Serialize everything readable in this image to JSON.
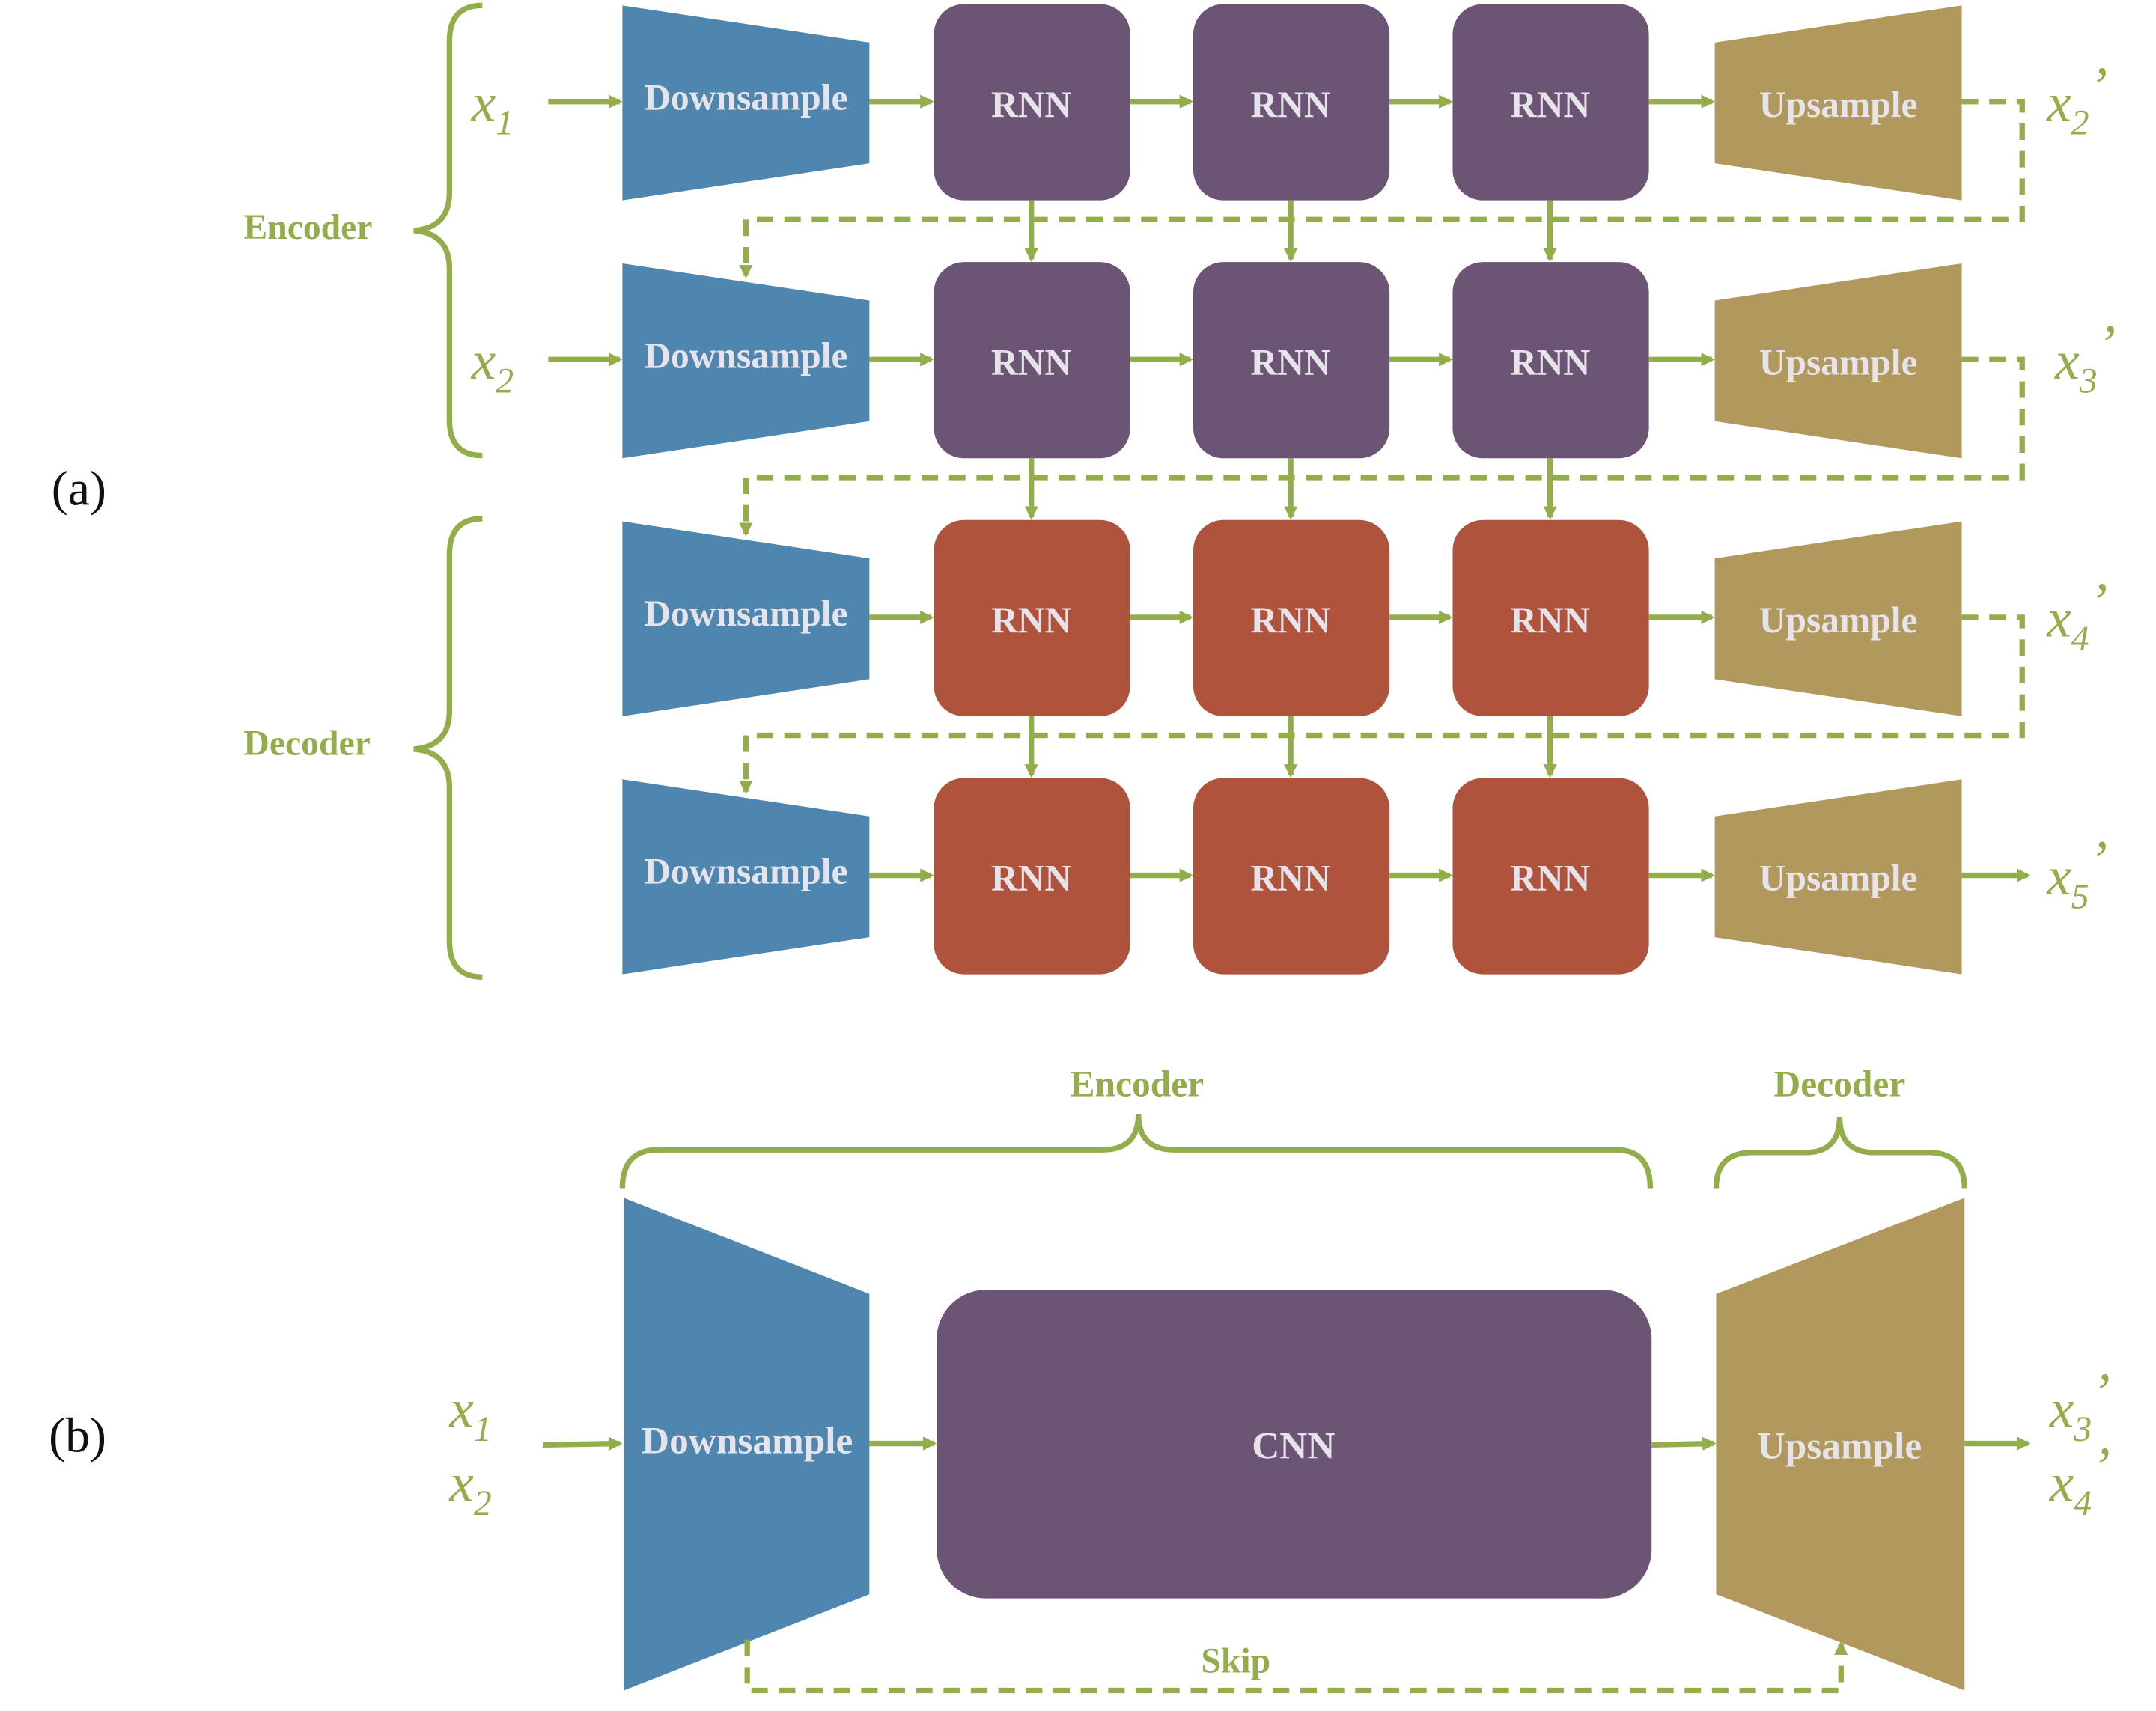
{
  "colors": {
    "downsample": "#4f86b0",
    "encoder_rnn": "#6c5474",
    "decoder_rnn": "#b0533c",
    "upsample": "#b1985c",
    "arrow": "#93ad4b",
    "box_text": "#e6e3ea"
  },
  "panel_a": {
    "panel_label": "(a)",
    "encoder_label": "Encoder",
    "decoder_label": "Decoder",
    "downsample_label": "Downsample",
    "rnn_label": "RNN",
    "upsample_label": "Upsample",
    "rows": [
      {
        "input": "x",
        "input_sub": "1",
        "output": "x",
        "output_sub": "2",
        "output_mark": "’"
      },
      {
        "input": "x",
        "input_sub": "2",
        "output": "x",
        "output_sub": "3",
        "output_mark": "’"
      },
      {
        "input": "",
        "input_sub": "",
        "output": "x",
        "output_sub": "4",
        "output_mark": "’"
      },
      {
        "input": "",
        "input_sub": "",
        "output": "x",
        "output_sub": "5",
        "output_mark": "’"
      }
    ]
  },
  "panel_b": {
    "panel_label": "(b)",
    "encoder_label": "Encoder",
    "decoder_label": "Decoder",
    "downsample_label": "Downsample",
    "cnn_label": "CNN",
    "upsample_label": "Upsample",
    "skip_label": "Skip",
    "inputs": [
      {
        "v": "x",
        "sub": "1"
      },
      {
        "v": "x",
        "sub": "2"
      }
    ],
    "outputs": [
      {
        "v": "x",
        "sub": "3",
        "mark": "’"
      },
      {
        "v": "x",
        "sub": "4",
        "mark": "’"
      }
    ]
  }
}
